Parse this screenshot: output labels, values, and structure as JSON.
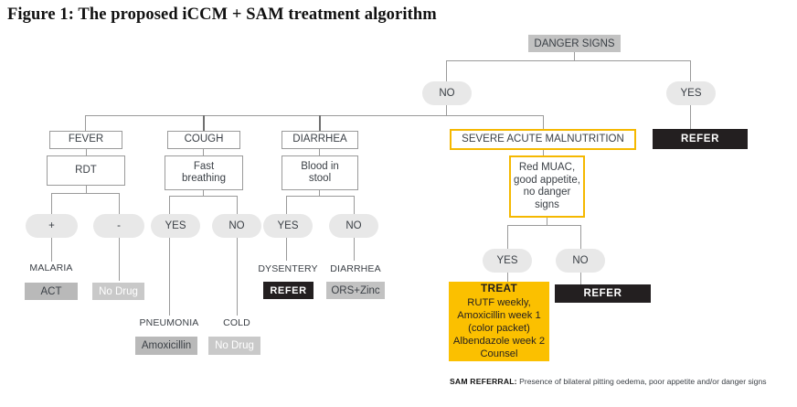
{
  "figure": {
    "title": "Figure 1: The proposed iCCM + SAM treatment algorithm",
    "footnote_label": "SAM REFERRAL:",
    "footnote_text": " Presence of bilateral pitting oedema, poor appetite and/or danger signs"
  },
  "colors": {
    "accent_yellow": "#fbc000",
    "border_yellow": "#f5b800",
    "dark_badge": "#231f20",
    "pill_gray": "#e8e8e8",
    "badge_gray": "#b9b9b9",
    "header_gray": "#c2c2c2",
    "line_gray": "#9a9a9a",
    "text_gray": "#3a3f45"
  },
  "chart_data": {
    "type": "diagram",
    "title": "Figure 1: The proposed iCCM + SAM treatment algorithm",
    "root": "DANGER SIGNS",
    "branches": [
      {
        "decision": "NO",
        "leads_to": [
          "FEVER",
          "COUGH",
          "DIARRHEA",
          "SEVERE ACUTE MALNUTRITION"
        ]
      },
      {
        "decision": "YES",
        "leads_to": [
          "REFER"
        ]
      }
    ]
  },
  "root": {
    "label": "DANGER SIGNS"
  },
  "decisions": {
    "no": "NO",
    "yes": "YES",
    "refer_top": "REFER"
  },
  "fever": {
    "title": "FEVER",
    "test": "RDT",
    "result_positive": "+",
    "result_negative": "-",
    "outcome_positive": "MALARIA",
    "treatment_positive": "ACT",
    "treatment_negative": "No Drug"
  },
  "cough": {
    "title": "COUGH",
    "test": "Fast\nbreathing",
    "test_line1": "Fast",
    "test_line2": "breathing",
    "result_yes": "YES",
    "result_no": "NO",
    "outcome_yes": "PNEUMONIA",
    "treatment_yes": "Amoxicillin",
    "outcome_no": "COLD",
    "treatment_no": "No Drug"
  },
  "diarrhea": {
    "title": "DIARRHEA",
    "test_line1": "Blood in",
    "test_line2": "stool",
    "result_yes": "YES",
    "result_no": "NO",
    "outcome_yes": "DYSENTERY",
    "treatment_yes": "REFER",
    "outcome_no": "DIARRHEA",
    "treatment_no": "ORS+Zinc"
  },
  "sam": {
    "title": "SEVERE ACUTE MALNUTRITION",
    "criteria_line1": "Red MUAC,",
    "criteria_line2": "good appetite,",
    "criteria_line3": "no danger",
    "criteria_line4": "signs",
    "result_yes": "YES",
    "result_no": "NO",
    "treat_header": "TREAT",
    "treat_line1": "RUTF weekly,",
    "treat_line2": "Amoxicillin week 1",
    "treat_line3": "(color packet)",
    "treat_line4": "Albendazole week 2",
    "treat_line5": "Counsel",
    "refer": "REFER"
  }
}
